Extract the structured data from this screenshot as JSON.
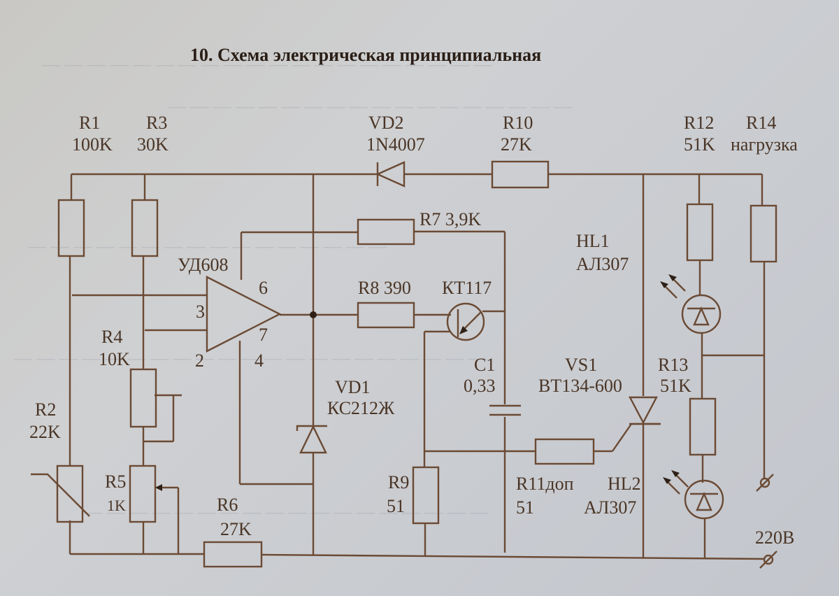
{
  "title": "10. Схема электрическая принципиальная",
  "components": {
    "R1": {
      "ref": "R1",
      "value": "100K"
    },
    "R2": {
      "ref": "R2",
      "value": "22K"
    },
    "R3": {
      "ref": "R3",
      "value": "30K"
    },
    "R4": {
      "ref": "R4",
      "value": "10K"
    },
    "R5": {
      "ref": "R5",
      "value": "1K"
    },
    "R6": {
      "ref": "R6",
      "value": "27K"
    },
    "R7": {
      "ref": "R7",
      "value": "3,9K",
      "label": "R7 3,9K"
    },
    "R8": {
      "ref": "R8",
      "value": "390",
      "label": "R8 390"
    },
    "R9": {
      "ref": "R9",
      "value": "51"
    },
    "R10": {
      "ref": "R10",
      "value": "27K"
    },
    "R11": {
      "ref": "R11доп",
      "value": "51"
    },
    "R12": {
      "ref": "R12",
      "value": "51K"
    },
    "R13": {
      "ref": "R13",
      "value": "51K"
    },
    "R14": {
      "ref": "R14",
      "value": "нагрузка"
    },
    "VD1": {
      "ref": "VD1",
      "value": "КС212Ж"
    },
    "VD2": {
      "ref": "VD2",
      "value": "1N4007"
    },
    "VT": {
      "ref": "КТ117"
    },
    "C1": {
      "ref": "C1",
      "value": "0,33"
    },
    "VS1": {
      "ref": "VS1",
      "value": "BT134-600"
    },
    "HL1": {
      "ref": "HL1",
      "value": "АЛ307"
    },
    "HL2": {
      "ref": "HL2",
      "value": "АЛ307"
    },
    "DA": {
      "ref": "УД608",
      "pins": {
        "p2": "2",
        "p3": "3",
        "p4": "4",
        "p6": "6",
        "p7": "7"
      }
    },
    "supply": {
      "label": "220В"
    }
  }
}
